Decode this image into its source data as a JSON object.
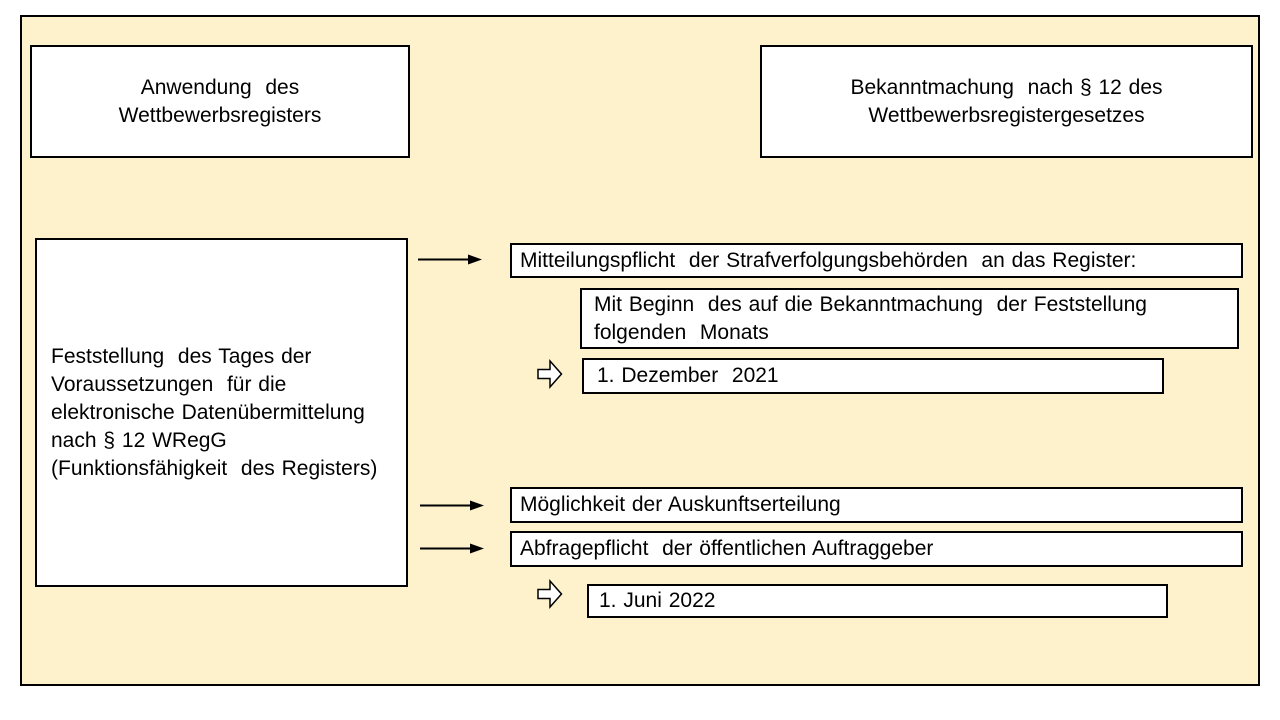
{
  "colors": {
    "page_background": "#FFFFFF",
    "canvas_background": "#FDF2CC",
    "box_background": "#FFFFFF",
    "border": "#000000",
    "text": "#000000"
  },
  "icons": {
    "thin_arrow": "arrow-right",
    "block_arrow": "white-right-block-arrow"
  },
  "boxes": {
    "anwendung": {
      "text": "Anwendung  des\nWettbewerbsregisters"
    },
    "bekanntmachung": {
      "text": "Bekanntmachung  nach § 12 des\nWettbewerbsregistergesetzes"
    },
    "feststellung": {
      "text": "Feststellung  des Tages der\nVoraussetzungen  für die\nelektronische Datenübermittelung\nnach § 12 WRegG\n(Funktionsfähigkeit  des Registers)"
    },
    "mitteilungspflicht": {
      "text": "Mitteilungspflicht  der Strafverfolgungsbehörden  an das Register:"
    },
    "mit_beginn": {
      "text": "Mit Beginn  des auf die Bekanntmachung  der Feststellung\nfolgenden  Monats"
    },
    "dezember": {
      "text": "1. Dezember  2021"
    },
    "moeglichkeit": {
      "text": "Möglichkeit der Auskunftserteilung"
    },
    "abfragepflicht": {
      "text": "Abfragepflicht  der öffentlichen Auftraggeber"
    },
    "juni": {
      "text": "1. Juni 2022"
    }
  }
}
